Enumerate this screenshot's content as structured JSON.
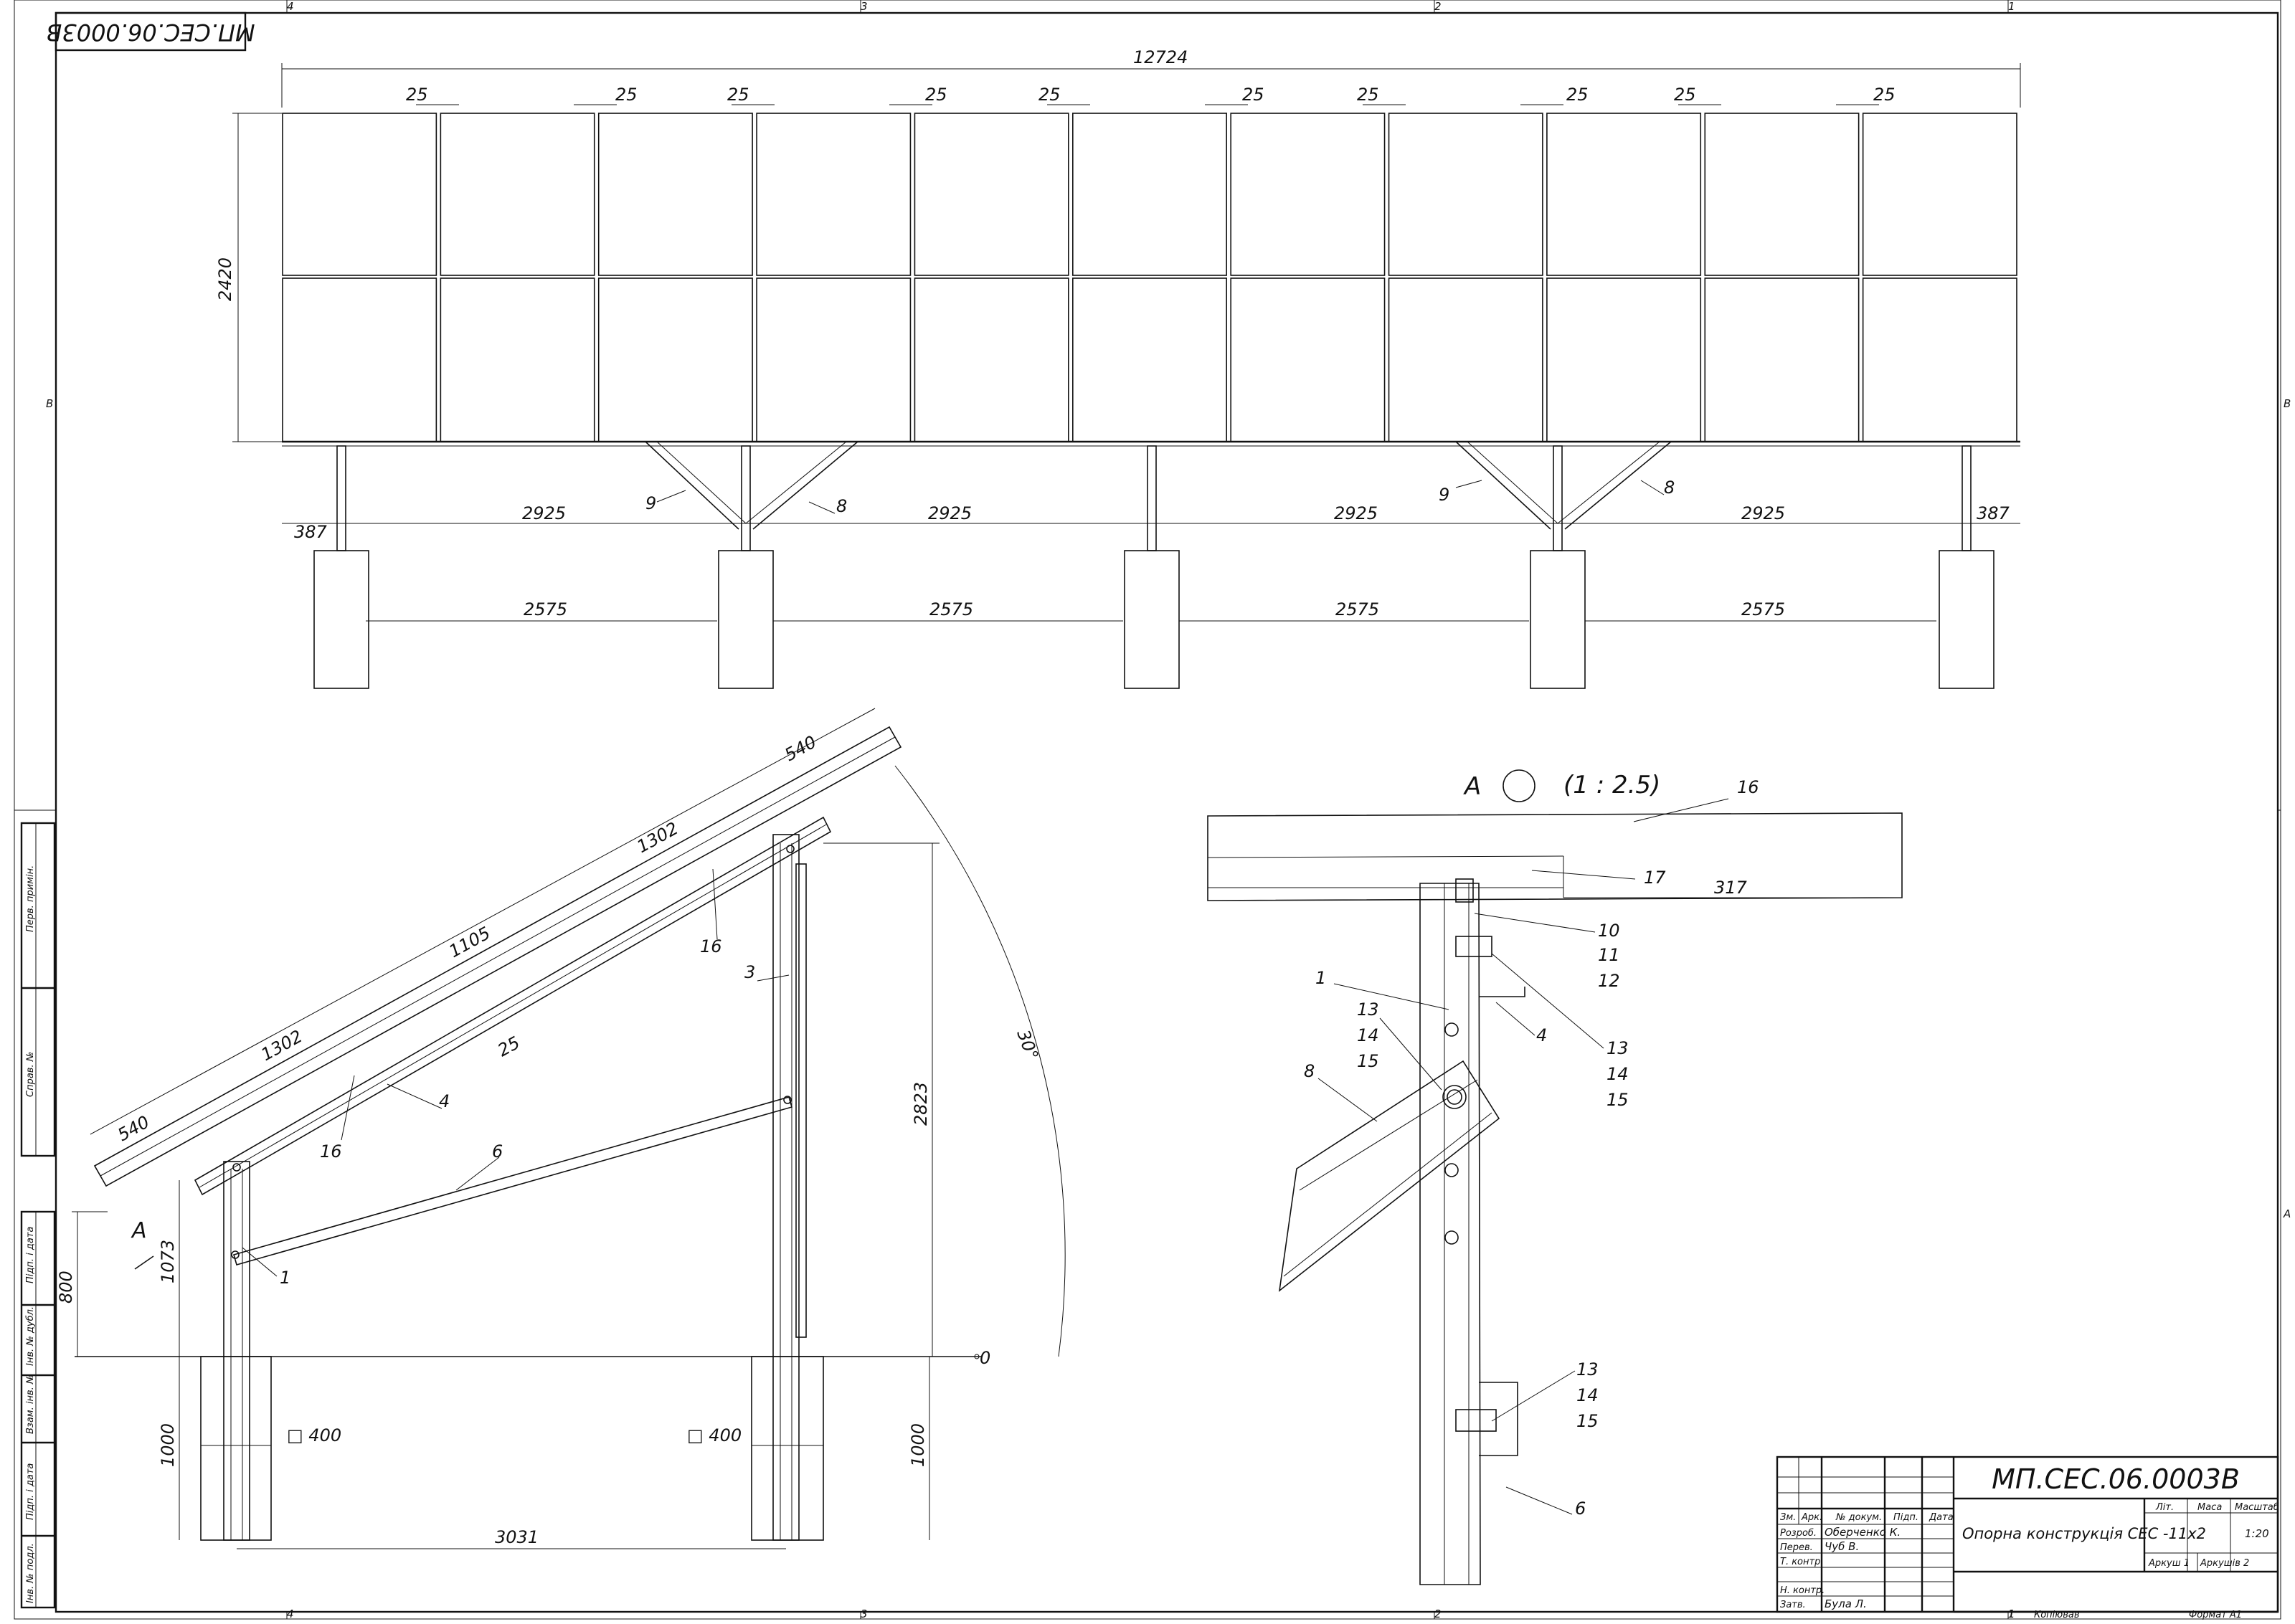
{
  "drawing_code": "МП.СЕС.06.0003В",
  "drawing_code_mirrored": "МП.СЕС.06.0003В",
  "title": "Опорна конструкція СЕС -11х2",
  "scale": "1:20",
  "sheet": "Аркуш 1",
  "sheets": "Аркушів 2",
  "format": "Формат А1",
  "copied": "Копіював",
  "copied_num": "1",
  "zone_cols": [
    "4",
    "3",
    "2",
    "1"
  ],
  "zone_rows": [
    "B",
    "A"
  ],
  "titleblock": {
    "head": [
      "Зм.",
      "Арк.",
      "№ докум.",
      "Підп.",
      "Дата"
    ],
    "rows": [
      {
        "role": "Розроб.",
        "name": "Оберченко К."
      },
      {
        "role": "Перев.",
        "name": "Чуб В."
      },
      {
        "role": "Т. контр.",
        "name": ""
      },
      {
        "role": "",
        "name": ""
      },
      {
        "role": "Н. контр.",
        "name": ""
      },
      {
        "role": "Затв.",
        "name": "Була Л."
      }
    ],
    "lit": "Літ.",
    "mass": "Маса",
    "scale_head": "Масштаб"
  },
  "side_stamps": [
    "Перв. примін.",
    "Справ. №",
    "Підп. і дата",
    "Інв. № дубл.",
    "Взам. інв. №",
    "Підп. і дата",
    "Інв. № подл."
  ],
  "front_view": {
    "total_width": "12724",
    "height": "2420",
    "gap": "25",
    "span": "2925",
    "overhang": "387",
    "footing_gap": "2575",
    "brace_labels": [
      "9",
      "8",
      "9",
      "8"
    ]
  },
  "side_view": {
    "dims": [
      "540",
      "1302",
      "1105",
      "1302",
      "540",
      "25",
      "2823",
      "1073",
      "800",
      "1000",
      "1000",
      "3031",
      "□ 400",
      "□ 400",
      "30°",
      "0"
    ],
    "labels": [
      "16",
      "3",
      "4",
      "16",
      "6",
      "1",
      "A"
    ]
  },
  "detail": {
    "title": "A",
    "scale": "(1 : 2.5)",
    "dim": "317",
    "labels": [
      "16",
      "17",
      "10",
      "11",
      "12",
      "1",
      "4",
      "13",
      "14",
      "15",
      "13",
      "14",
      "15",
      "8",
      "13",
      "14",
      "15",
      "6"
    ]
  }
}
